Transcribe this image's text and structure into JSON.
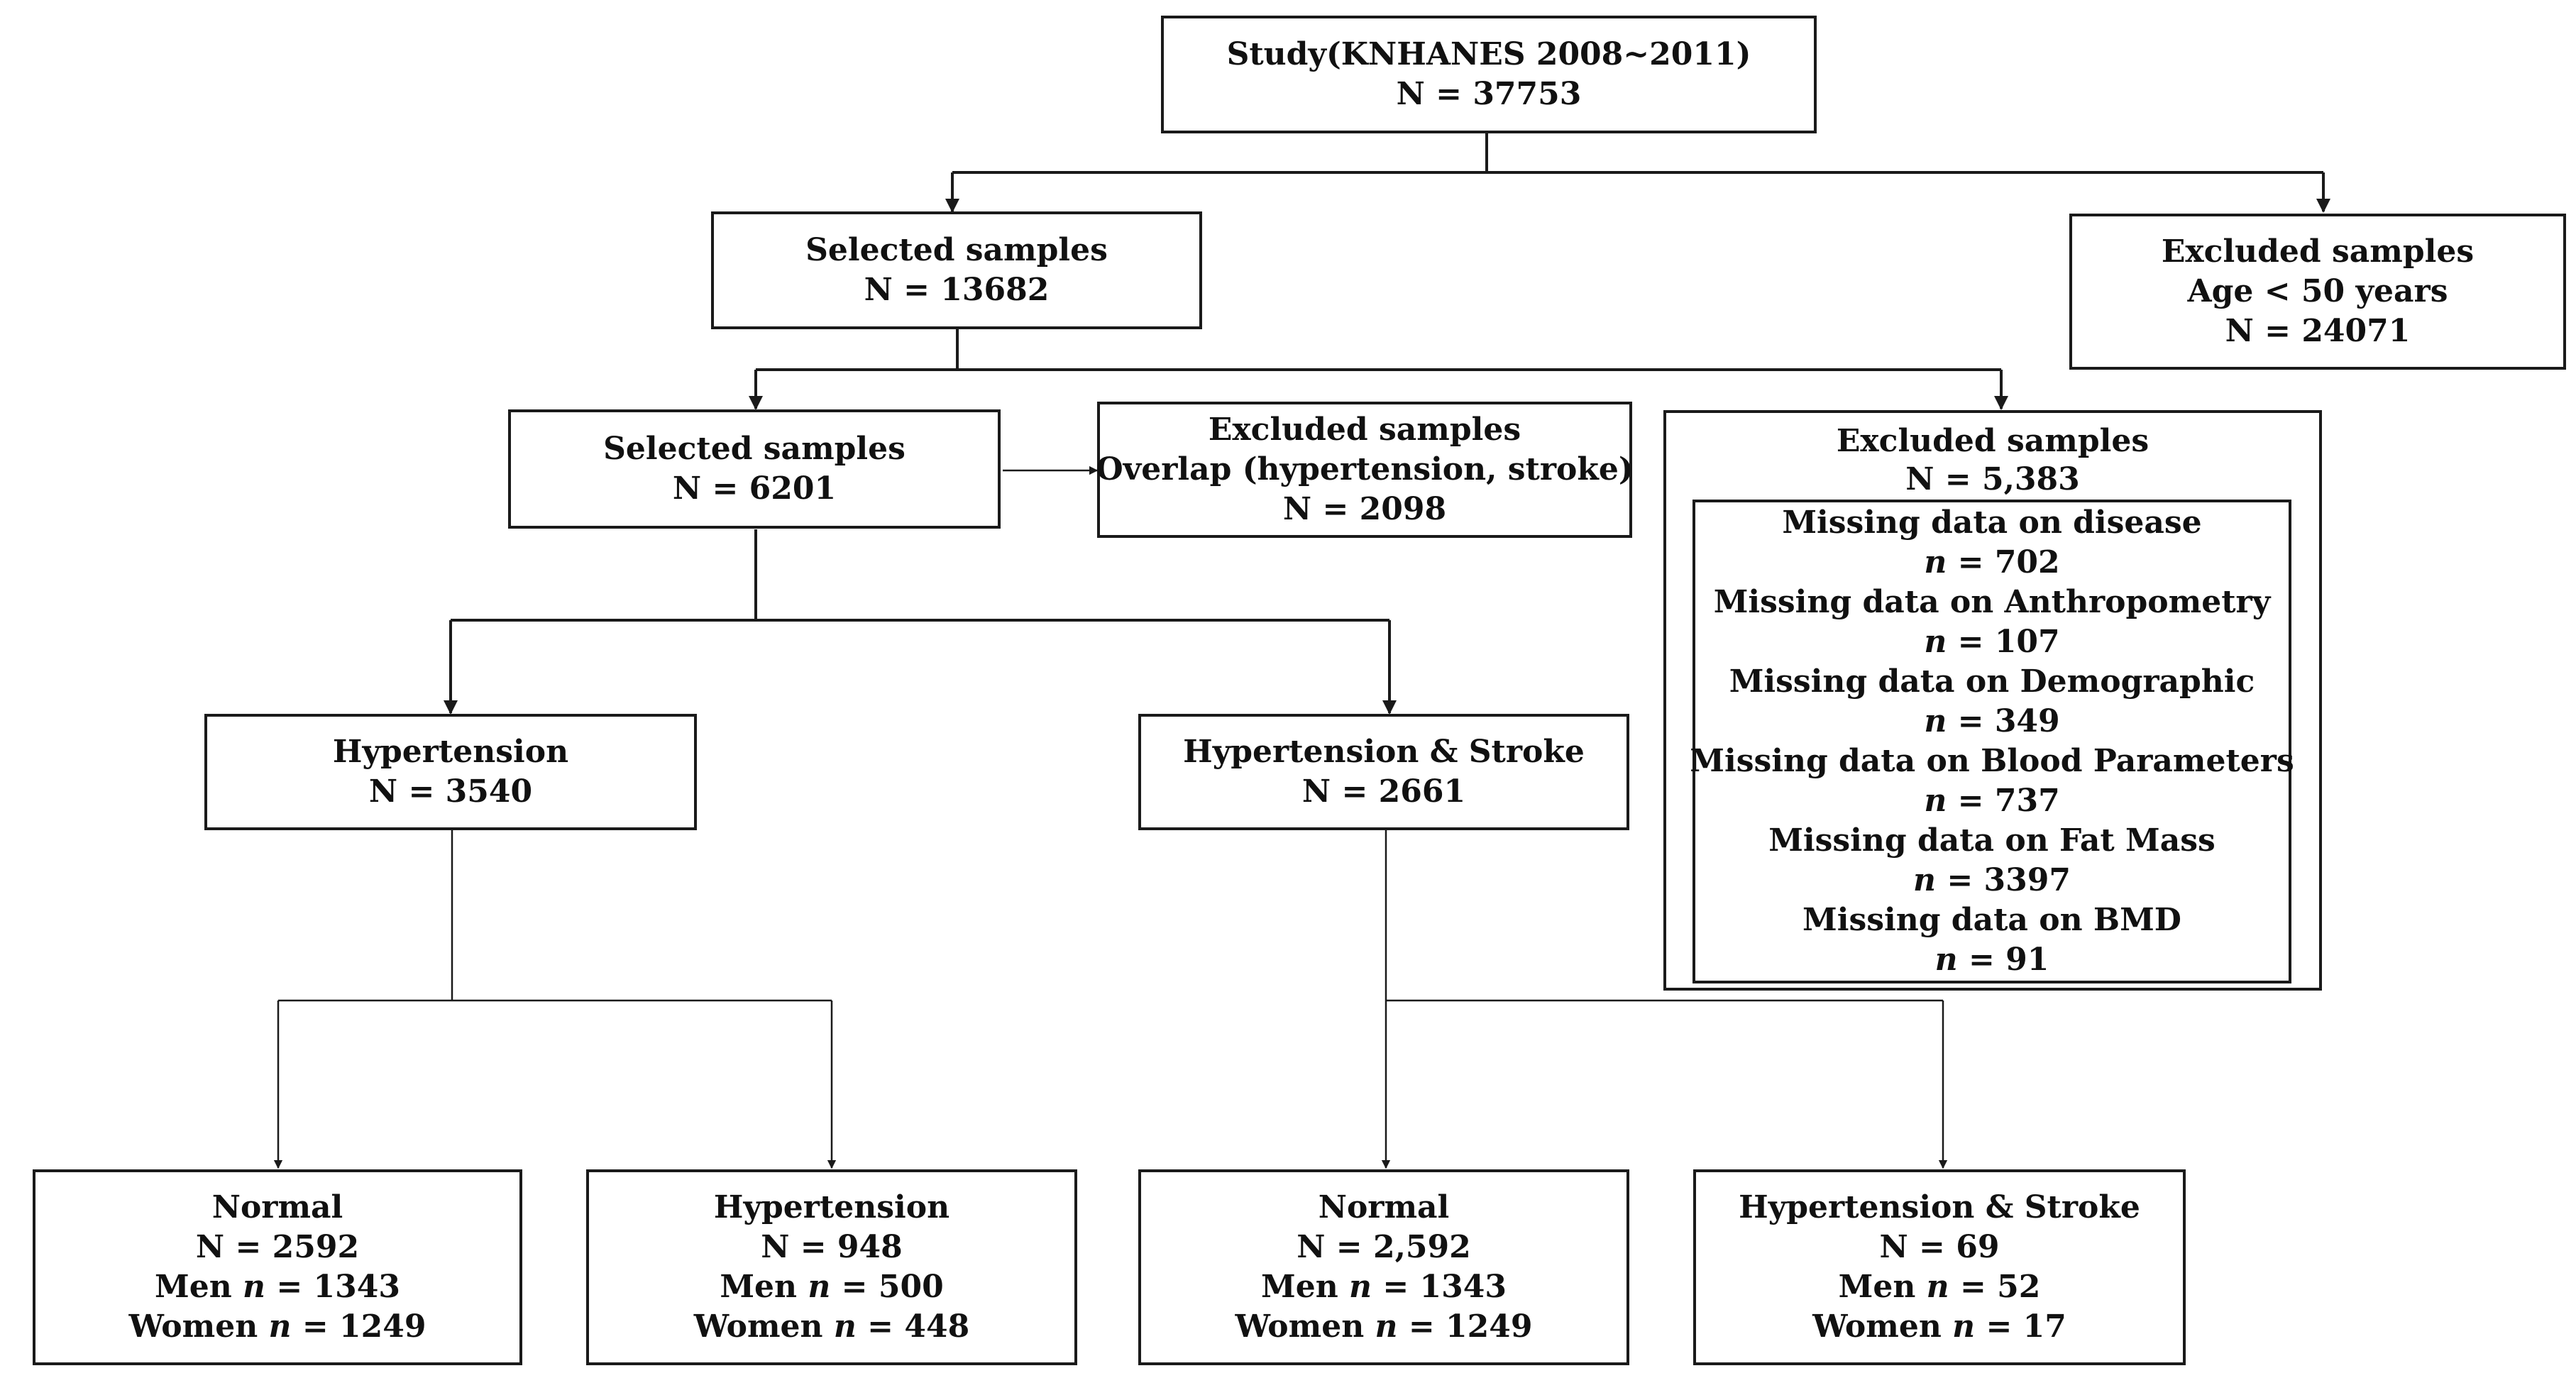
{
  "study": {
    "title": "Study(KNHANES 2008~2011)",
    "n": "N = 37753"
  },
  "selected_1": {
    "title": "Selected samples",
    "n": "N = 13682"
  },
  "excluded_age": {
    "title": "Excluded samples",
    "reason": "Age < 50 years",
    "n": "N = 24071"
  },
  "selected_2": {
    "title": "Selected samples",
    "n": "N = 6201"
  },
  "excluded_overlap": {
    "title": "Excluded samples",
    "reason": "Overlap (hypertension, stroke)",
    "n": "N = 2098"
  },
  "excluded_missing": {
    "title": "Excluded samples",
    "n": "N = 5,383",
    "items": [
      {
        "label": "Missing data on disease",
        "n_prefix": "n",
        "n_value": " = 702"
      },
      {
        "label": "Missing data on Anthropometry",
        "n_prefix": "n",
        "n_value": " = 107"
      },
      {
        "label": "Missing data on Demographic",
        "n_prefix": "n",
        "n_value": " = 349"
      },
      {
        "label": "Missing data on Blood Parameters",
        "n_prefix": "n",
        "n_value": " = 737"
      },
      {
        "label": "Missing data on Fat Mass",
        "n_prefix": "n",
        "n_value": " = 3397"
      },
      {
        "label": "Missing data on BMD",
        "n_prefix": "n",
        "n_value": " = 91"
      }
    ]
  },
  "group_hypertension": {
    "title": "Hypertension",
    "n": "N = 3540"
  },
  "group_hyp_stroke": {
    "title": "Hypertension & Stroke",
    "n": "N = 2661"
  },
  "leaf_1": {
    "title": "Normal",
    "n": "N = 2592",
    "men_label": "Men ",
    "men_n": "n",
    "men_value": " = 1343",
    "women_label": "Women ",
    "women_n": "n",
    "women_value": " = 1249"
  },
  "leaf_2": {
    "title": "Hypertension",
    "n": "N = 948",
    "men_label": "Men ",
    "men_n": "n",
    "men_value": " = 500",
    "women_label": "Women ",
    "women_n": "n",
    "women_value": " = 448"
  },
  "leaf_3": {
    "title": "Normal",
    "n": "N = 2,592",
    "men_label": "Men ",
    "men_n": "n",
    "men_value": " = 1343",
    "women_label": "Women ",
    "women_n": "n",
    "women_value": " = 1249"
  },
  "leaf_4": {
    "title": "Hypertension & Stroke",
    "n": "N = 69",
    "men_label": "Men ",
    "men_n": "n",
    "men_value": " = 52",
    "women_label": "Women ",
    "women_n": "n",
    "women_value": " = 17"
  }
}
